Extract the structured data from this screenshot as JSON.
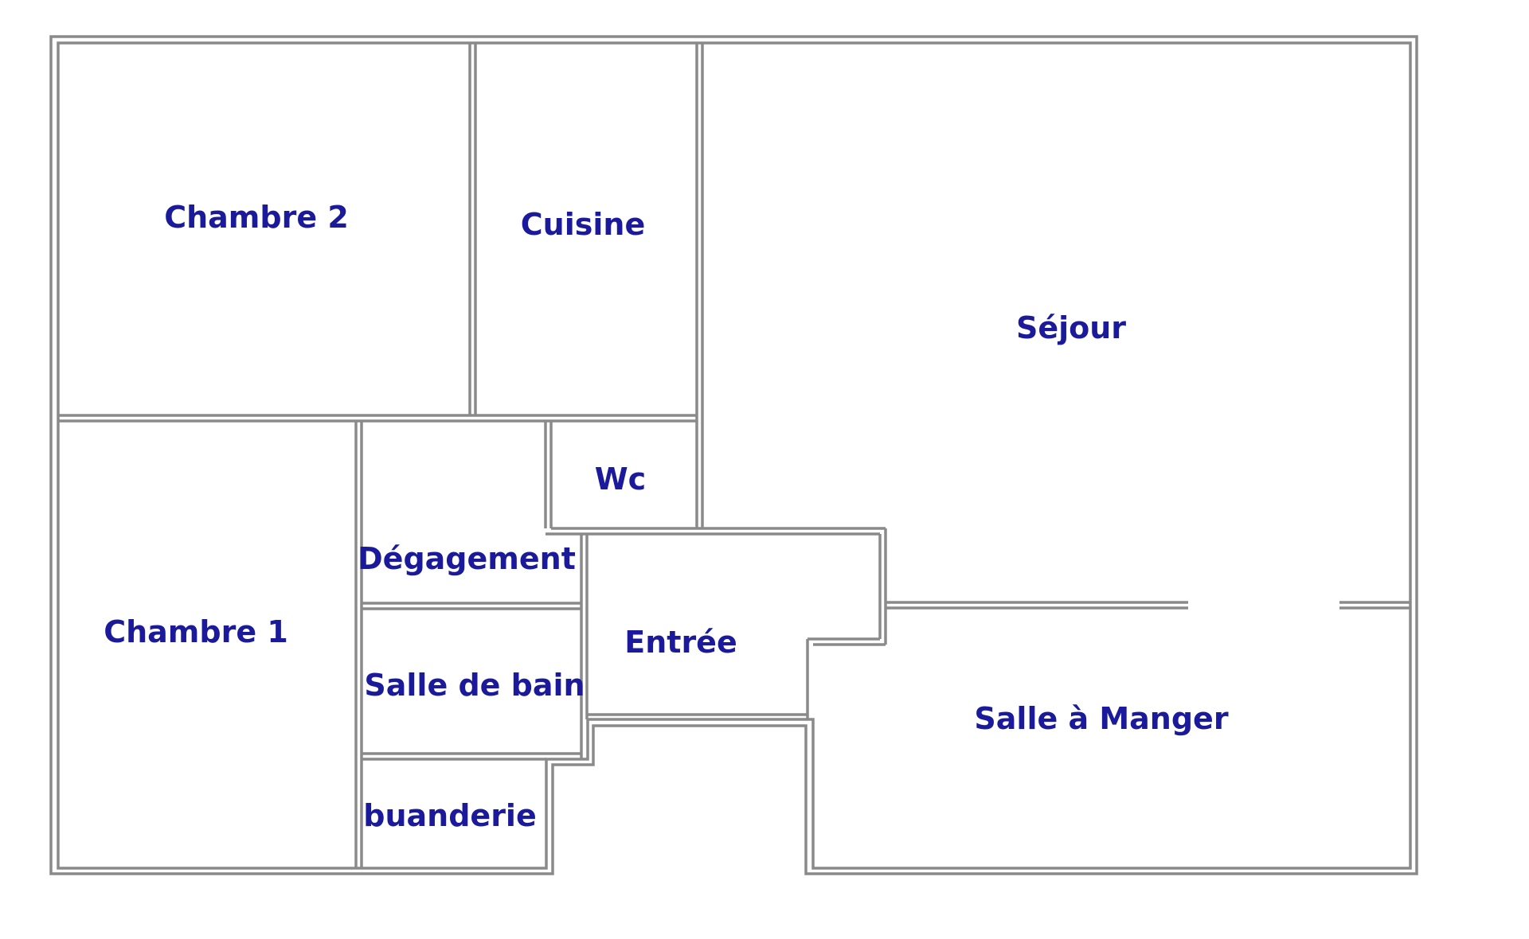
{
  "floor_plan": {
    "colors": {
      "wall": "#8a8a8a",
      "label": "#1a1a9a",
      "floor": "#ffffff"
    },
    "rooms": {
      "chambre_2": "Chambre 2",
      "cuisine": "Cuisine",
      "sejour": "Séjour",
      "wc": "Wc",
      "degagement": "Dégagement",
      "chambre_1": "Chambre 1",
      "salle_de_bain": "Salle de bain",
      "entree": "Entrée",
      "salle_a_manger": "Salle à Manger",
      "buanderie": "buanderie"
    }
  }
}
